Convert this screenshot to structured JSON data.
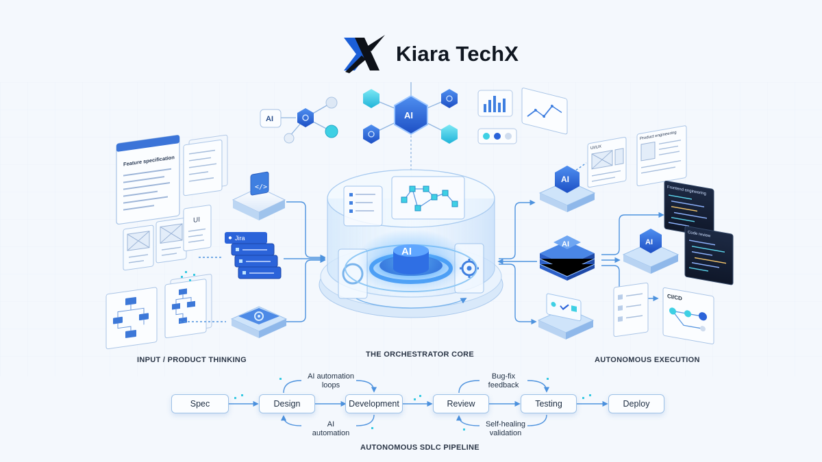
{
  "brand": {
    "name": "Kiara TechX"
  },
  "sections": {
    "input": "INPUT / PRODUCT THINKING",
    "core": "THE ORCHESTRATOR CORE",
    "execution": "AUTONOMOUS EXECUTION",
    "pipeline": "AUTONOMOUS SDLC PIPELINE"
  },
  "core": {
    "badge": "AI"
  },
  "network": {
    "hub": "AI",
    "side_badge": "AI"
  },
  "inputs": {
    "feature_doc_title": "Feature specification",
    "ui_card": "UI",
    "jira_label": "Jira"
  },
  "execution": {
    "ai_badges": [
      "AI",
      "AI",
      "AI"
    ],
    "ci_cd_label": "CI/CD",
    "doc_titles": [
      "UI/UX",
      "Product engineering",
      "Frontend engineering",
      "Code review"
    ]
  },
  "pipeline": {
    "stages": [
      "Spec",
      "Design",
      "Development",
      "Review",
      "Testing",
      "Deploy"
    ],
    "loops": {
      "top_left": [
        "AI automation",
        "loops"
      ],
      "bottom_left": [
        "AI",
        "automation"
      ],
      "top_right": [
        "Bug-fix",
        "feedback"
      ],
      "bottom_right": [
        "Self-healing",
        "validation"
      ]
    }
  },
  "colors": {
    "accent": "#2b6fe0",
    "accent_light": "#5bb8f0",
    "cyan": "#35d0e8",
    "line": "#5a9be0",
    "background": "#f4f8fd"
  }
}
